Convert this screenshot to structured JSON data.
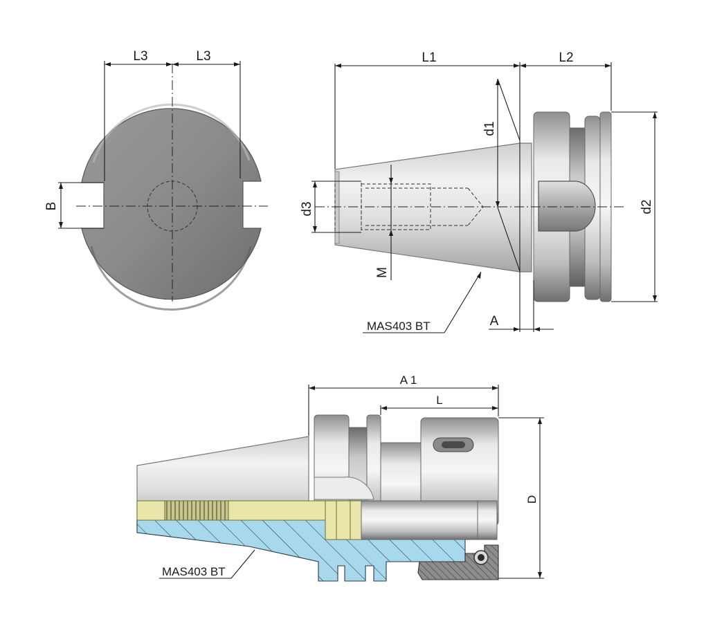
{
  "labels": {
    "front_view": {
      "l3_left": "L3",
      "l3_right": "L3",
      "b": "B"
    },
    "side_view": {
      "l1": "L1",
      "l2": "L2",
      "d1": "d1",
      "d2": "d2",
      "d3": "d3",
      "m": "M",
      "a": "A",
      "standard": "MAS403 BT"
    },
    "section_view": {
      "a1": "A 1",
      "l": "L",
      "d": "D",
      "standard": "MAS403 BT"
    }
  },
  "colors": {
    "metal_light": "#e6e6e6",
    "metal_mid": "#b5b5b5",
    "metal_dark": "#7a7a7a",
    "section_blue": "#a8d8ec",
    "thread_yellow": "#e8e6a8",
    "nut_gray": "#8a8a8a"
  }
}
